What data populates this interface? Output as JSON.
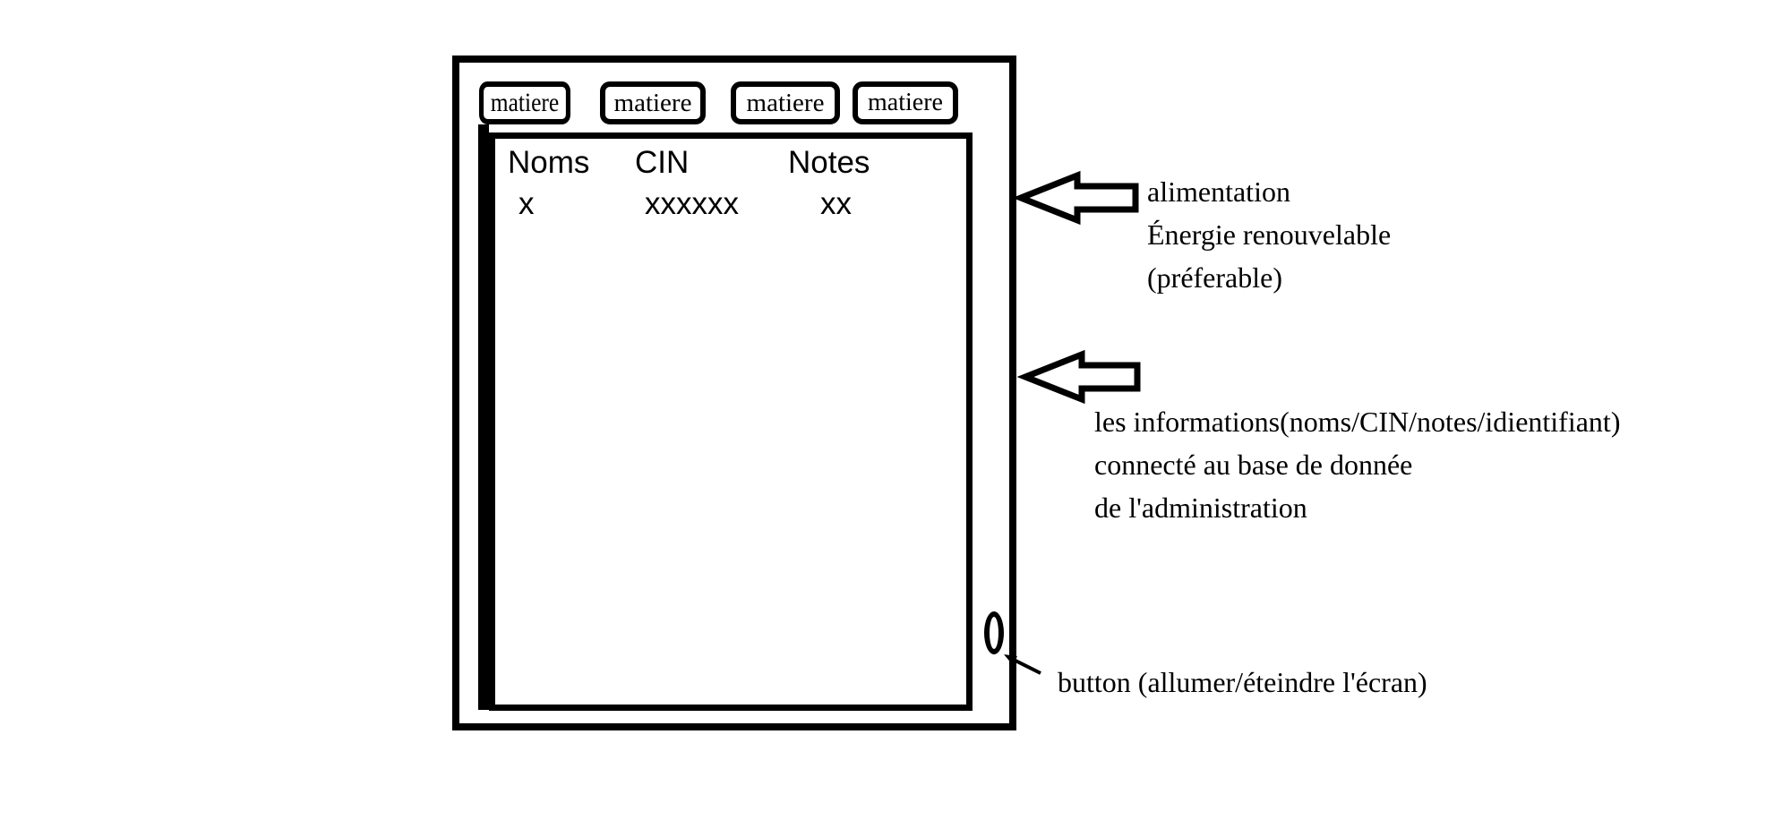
{
  "tabs": [
    {
      "label": "matiere"
    },
    {
      "label": "matiere"
    },
    {
      "label": "matiere"
    },
    {
      "label": "matiere"
    }
  ],
  "table": {
    "headers": [
      "Noms",
      "CIN",
      "Notes"
    ],
    "rows": [
      [
        "x",
        "xxxxxx",
        "xx"
      ]
    ]
  },
  "annotations": {
    "power": [
      "alimentation",
      "Énergie renouvelable",
      "(préferable)"
    ],
    "info": [
      "les informations(noms/CIN/notes/idientifiant)",
      "connecté au base de donnée",
      "de l'administration"
    ],
    "button": "button  (allumer/éteindre l'écran)"
  }
}
